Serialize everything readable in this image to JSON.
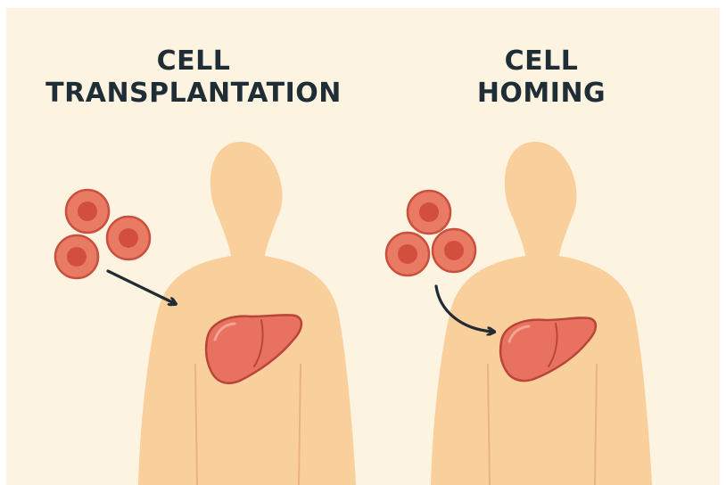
{
  "panels": [
    {
      "title_line1": "CELL",
      "title_line2": "TRANSPLANTATION"
    },
    {
      "title_line1": "CELL",
      "title_line2": "HOMING"
    }
  ],
  "colors": {
    "background": "#fdf3e1",
    "body": "#f9cf9c",
    "cell_outer": "#e97a63",
    "cell_outline": "#c94f3f",
    "cell_nucleus": "#d24f3e",
    "liver": "#e8725f",
    "liver_outline": "#b9453a",
    "arrow": "#222c33",
    "title": "#1f2e36"
  },
  "icons": [
    "cell-icon",
    "liver-icon",
    "arrow-icon",
    "human-silhouette-icon"
  ]
}
